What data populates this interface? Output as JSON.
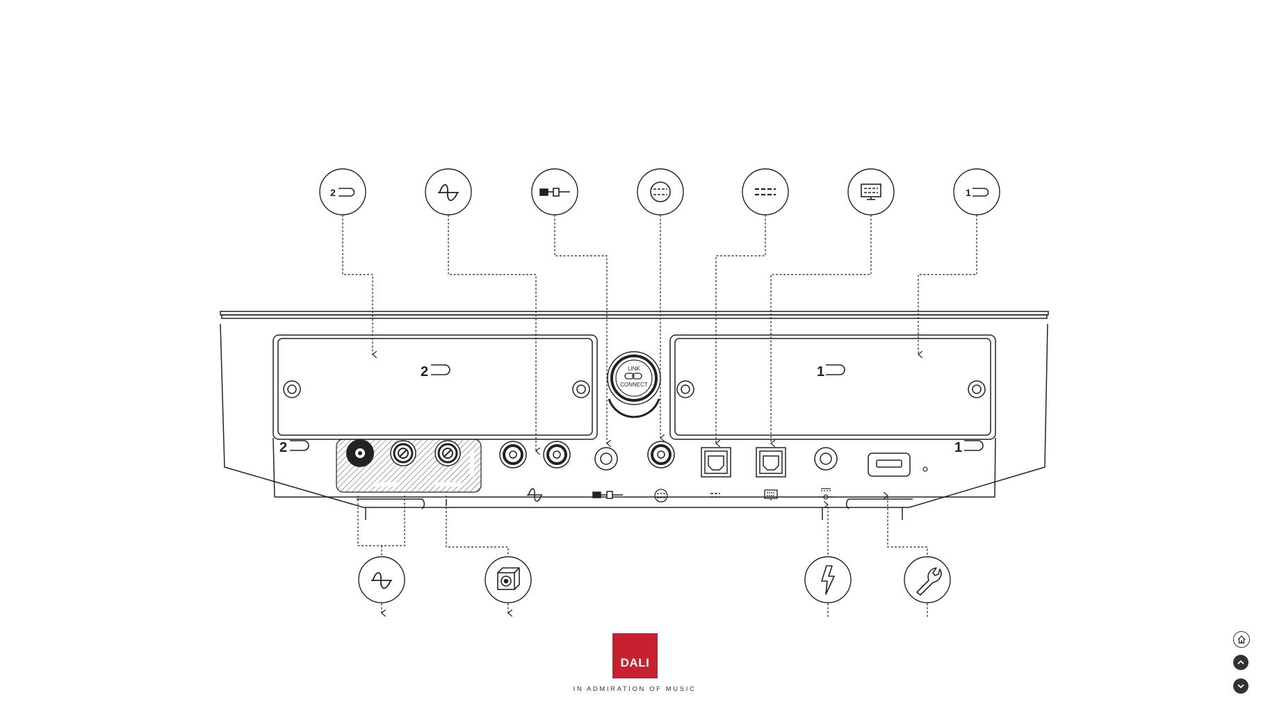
{
  "panel": {
    "slot_left_label": "2",
    "slot_right_label": "1",
    "link_connect_line1": "LINK",
    "link_connect_line2": "CONNECT"
  },
  "brand": {
    "logo_text": "DALI",
    "tagline": "IN ADMIRATION OF MUSIC",
    "logo_color": "#c8202f"
  },
  "callouts_top": [
    {
      "icon": "module-slot-2-icon",
      "label": "2"
    },
    {
      "icon": "analog-wave-icon"
    },
    {
      "icon": "jack-cable-icon"
    },
    {
      "icon": "coax-digital-icon"
    },
    {
      "icon": "optical-digital-icon"
    },
    {
      "icon": "tv-optical-icon"
    },
    {
      "icon": "module-slot-1-icon",
      "label": "1"
    }
  ],
  "callouts_bottom": [
    {
      "icon": "analog-wave-icon"
    },
    {
      "icon": "subwoofer-icon"
    },
    {
      "icon": "power-icon"
    },
    {
      "icon": "service-wrench-icon"
    }
  ],
  "nav": [
    {
      "icon": "home-icon"
    },
    {
      "icon": "chevron-up-icon"
    },
    {
      "icon": "chevron-down-icon"
    }
  ]
}
